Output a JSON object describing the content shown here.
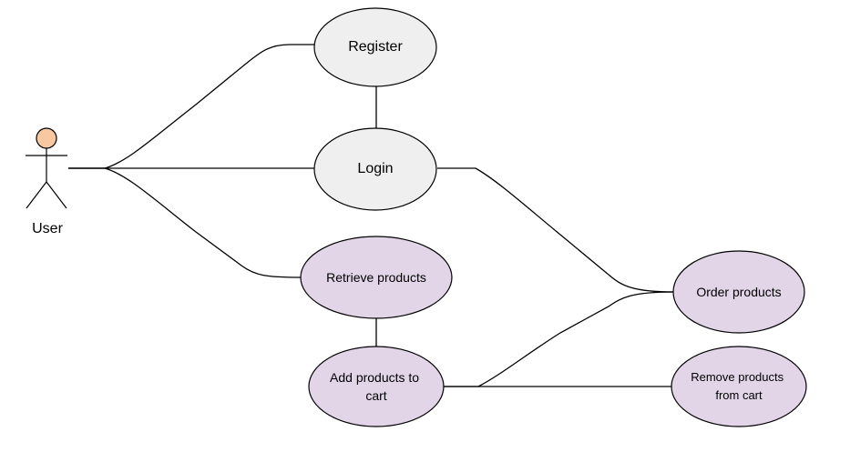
{
  "actor": {
    "label": "User",
    "head_color": "#f8c8a0"
  },
  "colors": {
    "gray_fill": "#efefef",
    "purple_fill": "#e2d5e8",
    "stroke": "#000000"
  },
  "use_cases": {
    "register": {
      "label_lines": [
        "Register"
      ]
    },
    "login": {
      "label_lines": [
        "Login"
      ]
    },
    "retrieve": {
      "label_lines": [
        "Retrieve products"
      ]
    },
    "add_to_cart": {
      "label_lines": [
        "Add products to",
        "cart"
      ]
    },
    "order": {
      "label_lines": [
        "Order products"
      ]
    },
    "remove_from_cart": {
      "label_lines": [
        "Remove products",
        "from cart"
      ]
    }
  }
}
